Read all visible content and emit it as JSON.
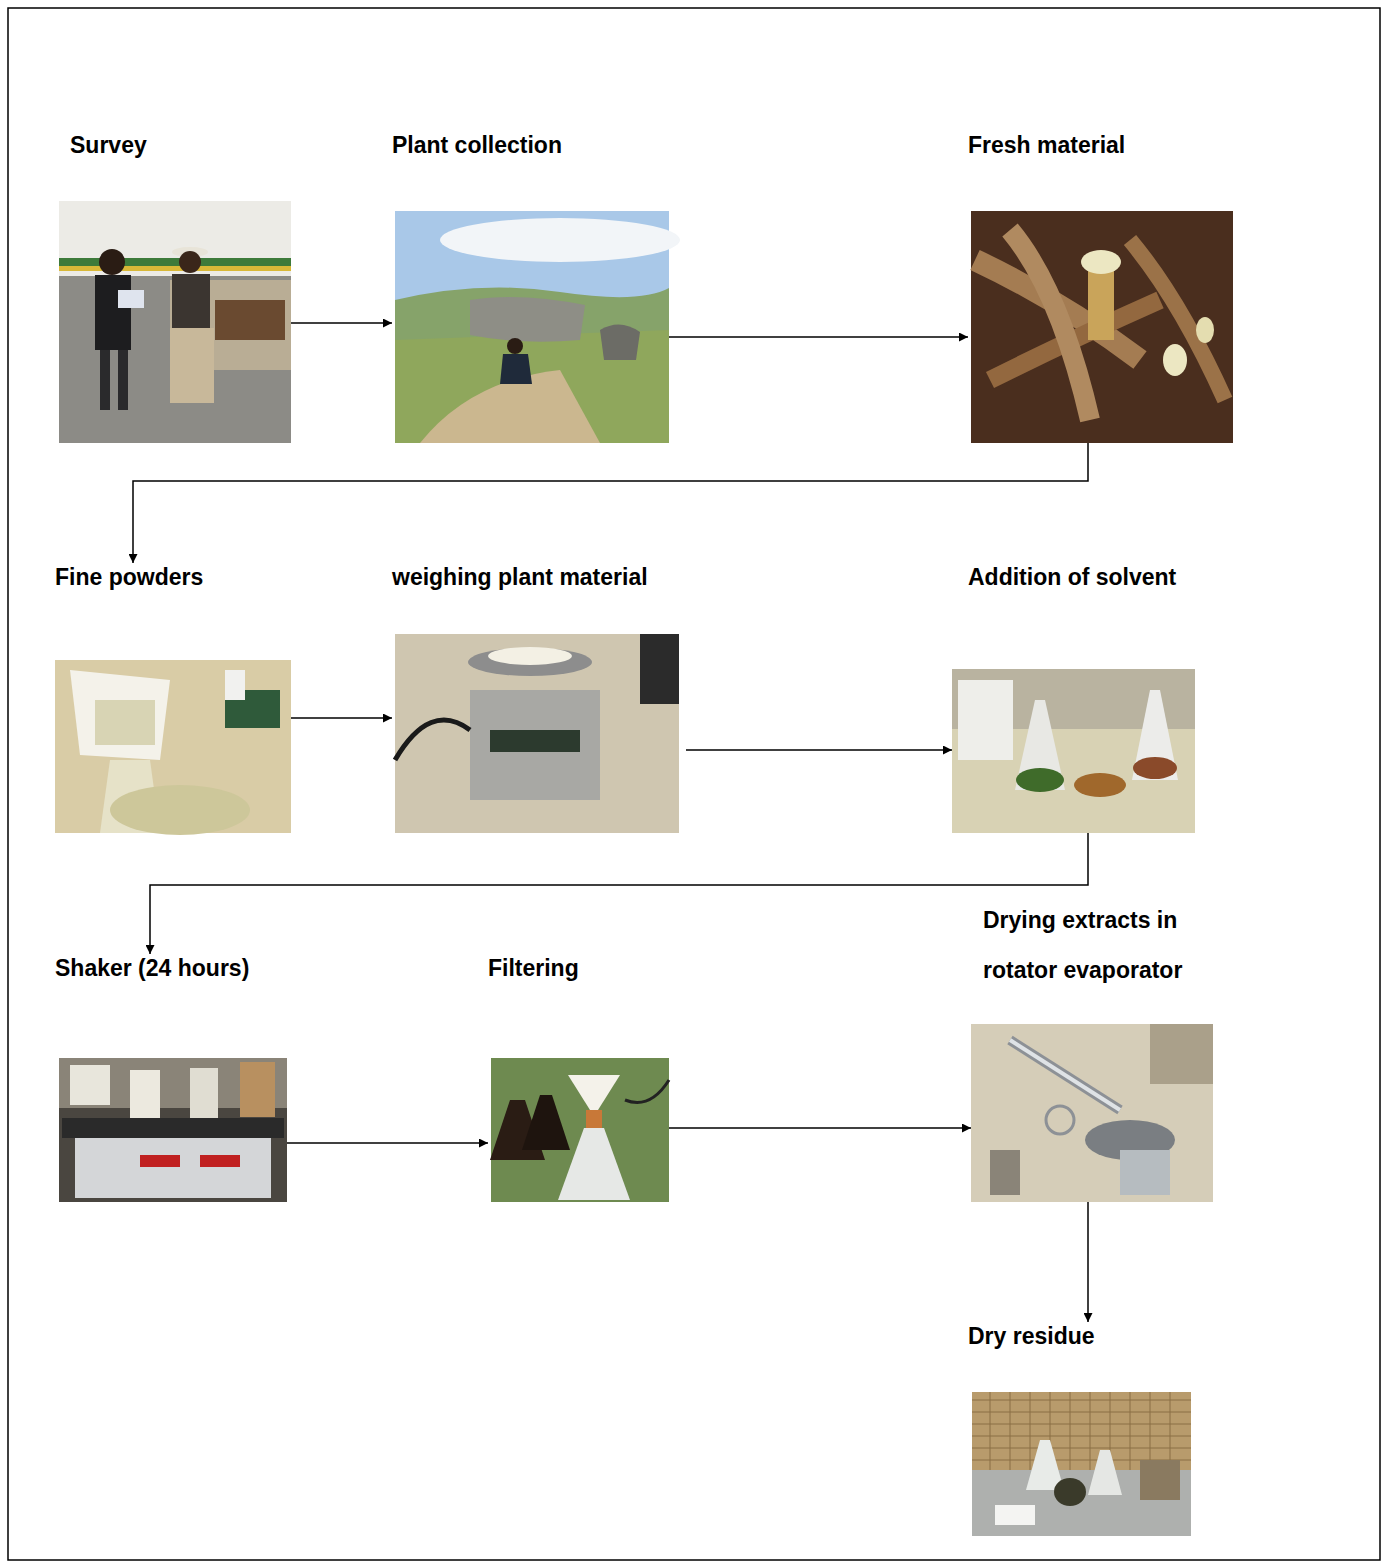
{
  "diagram": {
    "nodes": [
      {
        "text": [
          "Survey"
        ]
      },
      {
        "text": [
          "Plant collection"
        ]
      },
      {
        "text": [
          "Fresh material"
        ]
      },
      {
        "text": [
          "Fine powders"
        ]
      },
      {
        "text": [
          "weighing plant material"
        ]
      },
      {
        "text": [
          "Addition of solvent"
        ]
      },
      {
        "text": [
          "Shaker (24 hours)"
        ]
      },
      {
        "text": [
          "Filtering"
        ]
      },
      {
        "text": [
          "Drying extracts in rotator evaporator"
        ]
      },
      {
        "text": [
          "Dry residue"
        ]
      }
    ],
    "edges": [
      {
        "from": 0,
        "to": 1,
        "arrow": "to"
      },
      {
        "from": 1,
        "to": 2,
        "arrow": "to"
      },
      {
        "from": 2,
        "to": 3,
        "arrow": "to"
      },
      {
        "from": 3,
        "to": 4,
        "arrow": "to"
      },
      {
        "from": 4,
        "to": 5,
        "arrow": "to"
      },
      {
        "from": 5,
        "to": 6,
        "arrow": "to"
      },
      {
        "from": 6,
        "to": 7,
        "arrow": "to"
      },
      {
        "from": 7,
        "to": 8,
        "arrow": "to"
      },
      {
        "from": 8,
        "to": 9,
        "arrow": "to"
      }
    ]
  }
}
